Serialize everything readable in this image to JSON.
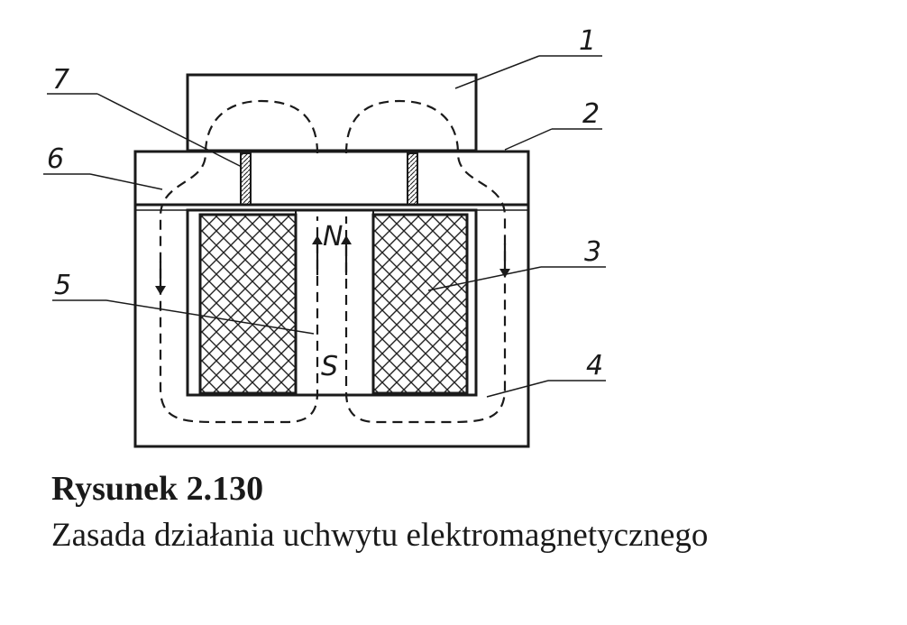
{
  "labels": {
    "workpiece": "1",
    "pole_plate_top": "2",
    "coil": "3",
    "body": "4",
    "core": "5",
    "plate": "6",
    "insulator": "7"
  },
  "poles": {
    "north": "N",
    "south": "S"
  },
  "caption": {
    "title": "Rysunek 2.130",
    "text": "Zasada działania uchwytu elektromagnetycznego"
  }
}
